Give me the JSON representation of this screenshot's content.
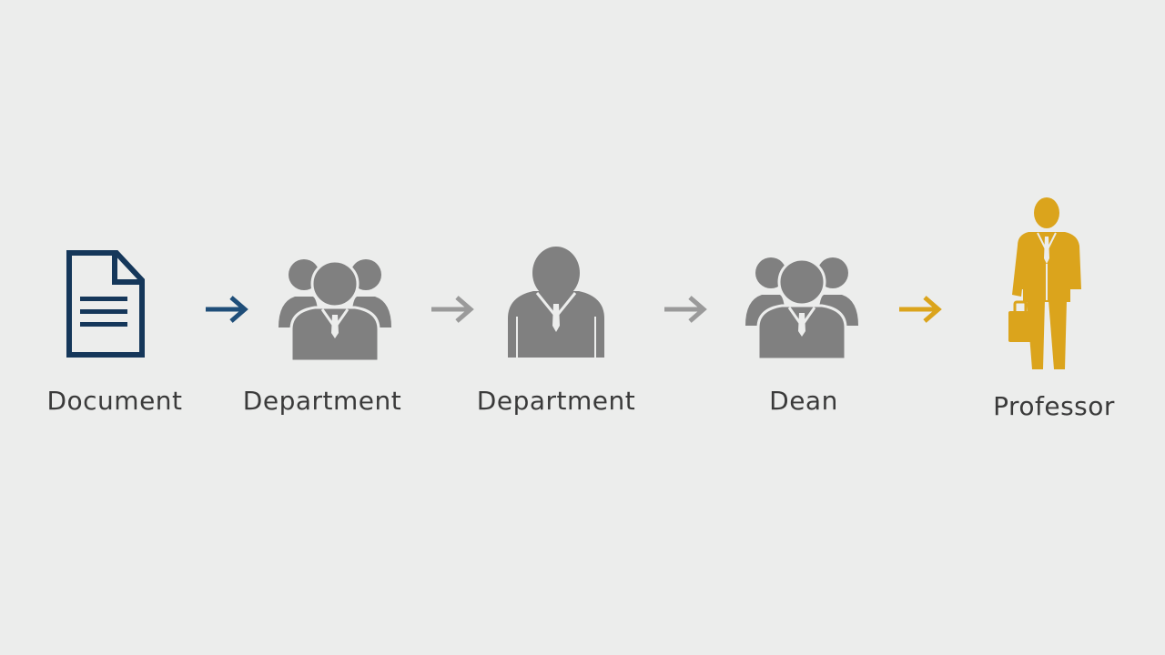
{
  "flow": {
    "steps": [
      {
        "label": "Document",
        "icon": "document-icon"
      },
      {
        "label": "Department",
        "icon": "group-icon"
      },
      {
        "label": "Department",
        "icon": "person-icon"
      },
      {
        "label": "Dean",
        "icon": "group-icon"
      },
      {
        "label": "Professor",
        "icon": "professor-icon"
      }
    ],
    "arrow_icon": "arrow-right-icon"
  },
  "colors": {
    "background": "#ecedec",
    "document": "#15375a",
    "arrow_primary": "#1f4e79",
    "people": "#808080",
    "arrow_gray": "#9a9a9a",
    "accent": "#dba41c",
    "text": "#3a3a3a"
  }
}
